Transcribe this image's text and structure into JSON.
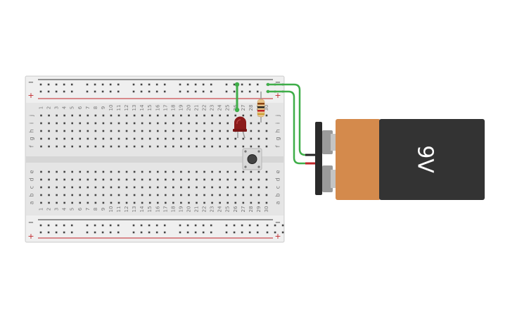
{
  "breadboard": {
    "rail_labels": {
      "minus": "−",
      "plus": "+"
    },
    "row_letters_top": [
      "j",
      "i",
      "h",
      "g",
      "f"
    ],
    "row_letters_bottom": [
      "e",
      "d",
      "c",
      "b",
      "a"
    ],
    "column_numbers": [
      "1",
      "2",
      "3",
      "4",
      "5",
      "6",
      "7",
      "8",
      "9",
      "10",
      "11",
      "12",
      "13",
      "14",
      "15",
      "16",
      "17",
      "18",
      "19",
      "20",
      "21",
      "22",
      "23",
      "24",
      "25",
      "26",
      "27",
      "28",
      "29",
      "30"
    ]
  },
  "battery": {
    "label": "9V",
    "body_color": "#333333",
    "cap_color": "#d48a4c"
  },
  "components": {
    "led": {
      "color": "#8b1a1a"
    },
    "resistor": {
      "body_color": "#e8c48c"
    },
    "pushbutton": {
      "color": "#444444"
    }
  },
  "colors": {
    "wire": "#3fae49",
    "lead_negative": "#222222",
    "lead_positive": "#c0262a",
    "rail_plus": "#c0262a",
    "rail_minus": "#333333"
  }
}
